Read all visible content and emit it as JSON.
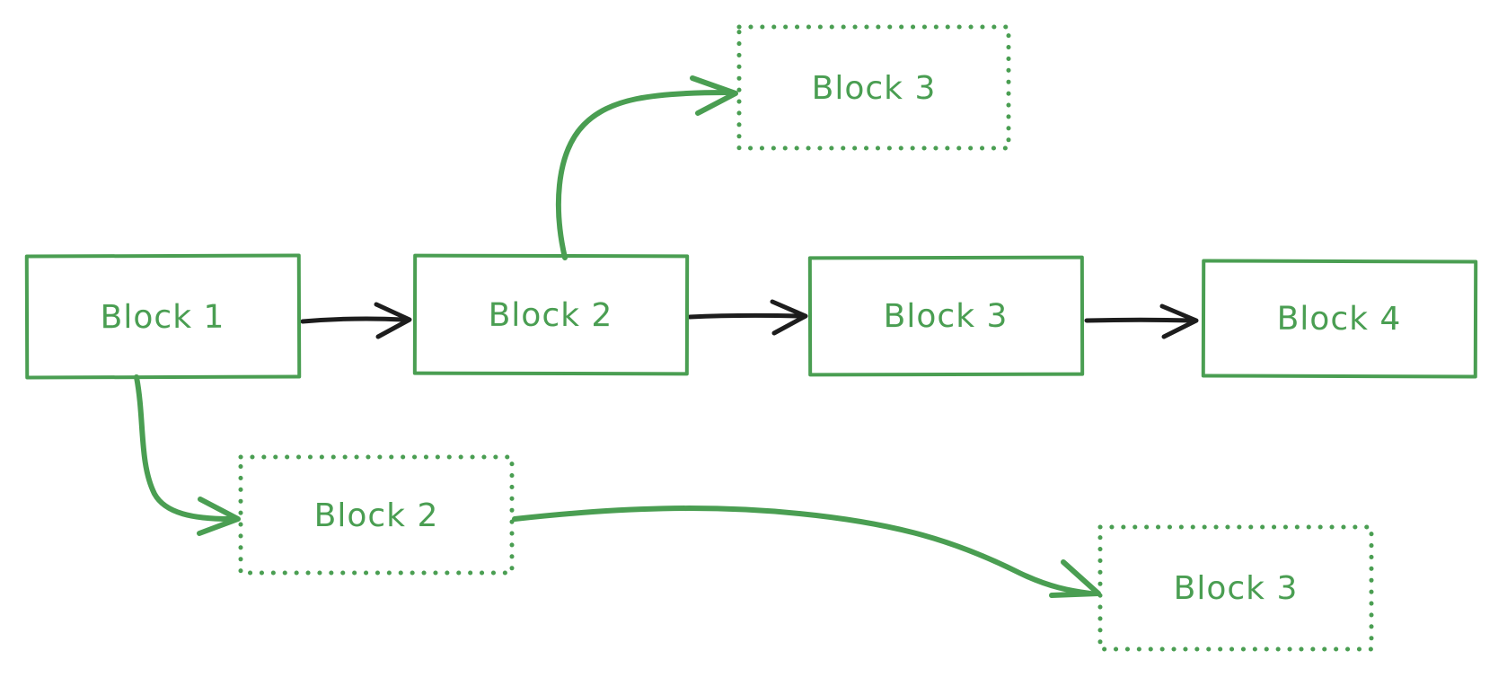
{
  "diagram": {
    "colors": {
      "stroke_green": "#4a9e52",
      "stroke_black": "#1d1d1d",
      "background": "#ffffff"
    },
    "nodes": [
      {
        "id": "block-1",
        "label": "Block 1",
        "style": "solid"
      },
      {
        "id": "block-2",
        "label": "Block 2",
        "style": "solid"
      },
      {
        "id": "block-3",
        "label": "Block 3",
        "style": "solid"
      },
      {
        "id": "block-4",
        "label": "Block 4",
        "style": "solid"
      },
      {
        "id": "block-3-dotted-top",
        "label": "Block 3",
        "style": "dotted"
      },
      {
        "id": "block-2-dotted",
        "label": "Block 2",
        "style": "dotted"
      },
      {
        "id": "block-3-dotted-bottom",
        "label": "Block 3",
        "style": "dotted"
      }
    ],
    "edges": [
      {
        "id": "block1-to-block2",
        "from": "block-1",
        "to": "block-2",
        "color": "black"
      },
      {
        "id": "block2-to-block3",
        "from": "block-2",
        "to": "block-3",
        "color": "black"
      },
      {
        "id": "block3-to-block4",
        "from": "block-3",
        "to": "block-4",
        "color": "black"
      },
      {
        "id": "block2-to-dotted-block3-top",
        "from": "block-2",
        "to": "block-3-dotted-top",
        "color": "green"
      },
      {
        "id": "block1-to-dotted-block2",
        "from": "block-1",
        "to": "block-2-dotted",
        "color": "green"
      },
      {
        "id": "dotted-block2-to-dotted-block3",
        "from": "block-2-dotted",
        "to": "block-3-dotted-bottom",
        "color": "green"
      }
    ]
  }
}
